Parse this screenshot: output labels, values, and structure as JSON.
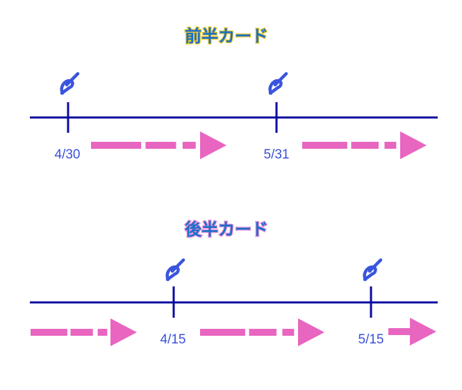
{
  "sections": [
    {
      "title": "前半カード",
      "dates": [
        "4/30",
        "5/31"
      ]
    },
    {
      "title": "後半カード",
      "dates": [
        "4/15",
        "5/15"
      ]
    }
  ],
  "colors": {
    "axis": "#0a0aa0",
    "arrow": "#e865c0",
    "title": "#1a6fc8",
    "date": "#3a50d8"
  },
  "icons": {
    "marker": "cut-mark-icon",
    "arrow": "dashed-arrow-icon"
  }
}
